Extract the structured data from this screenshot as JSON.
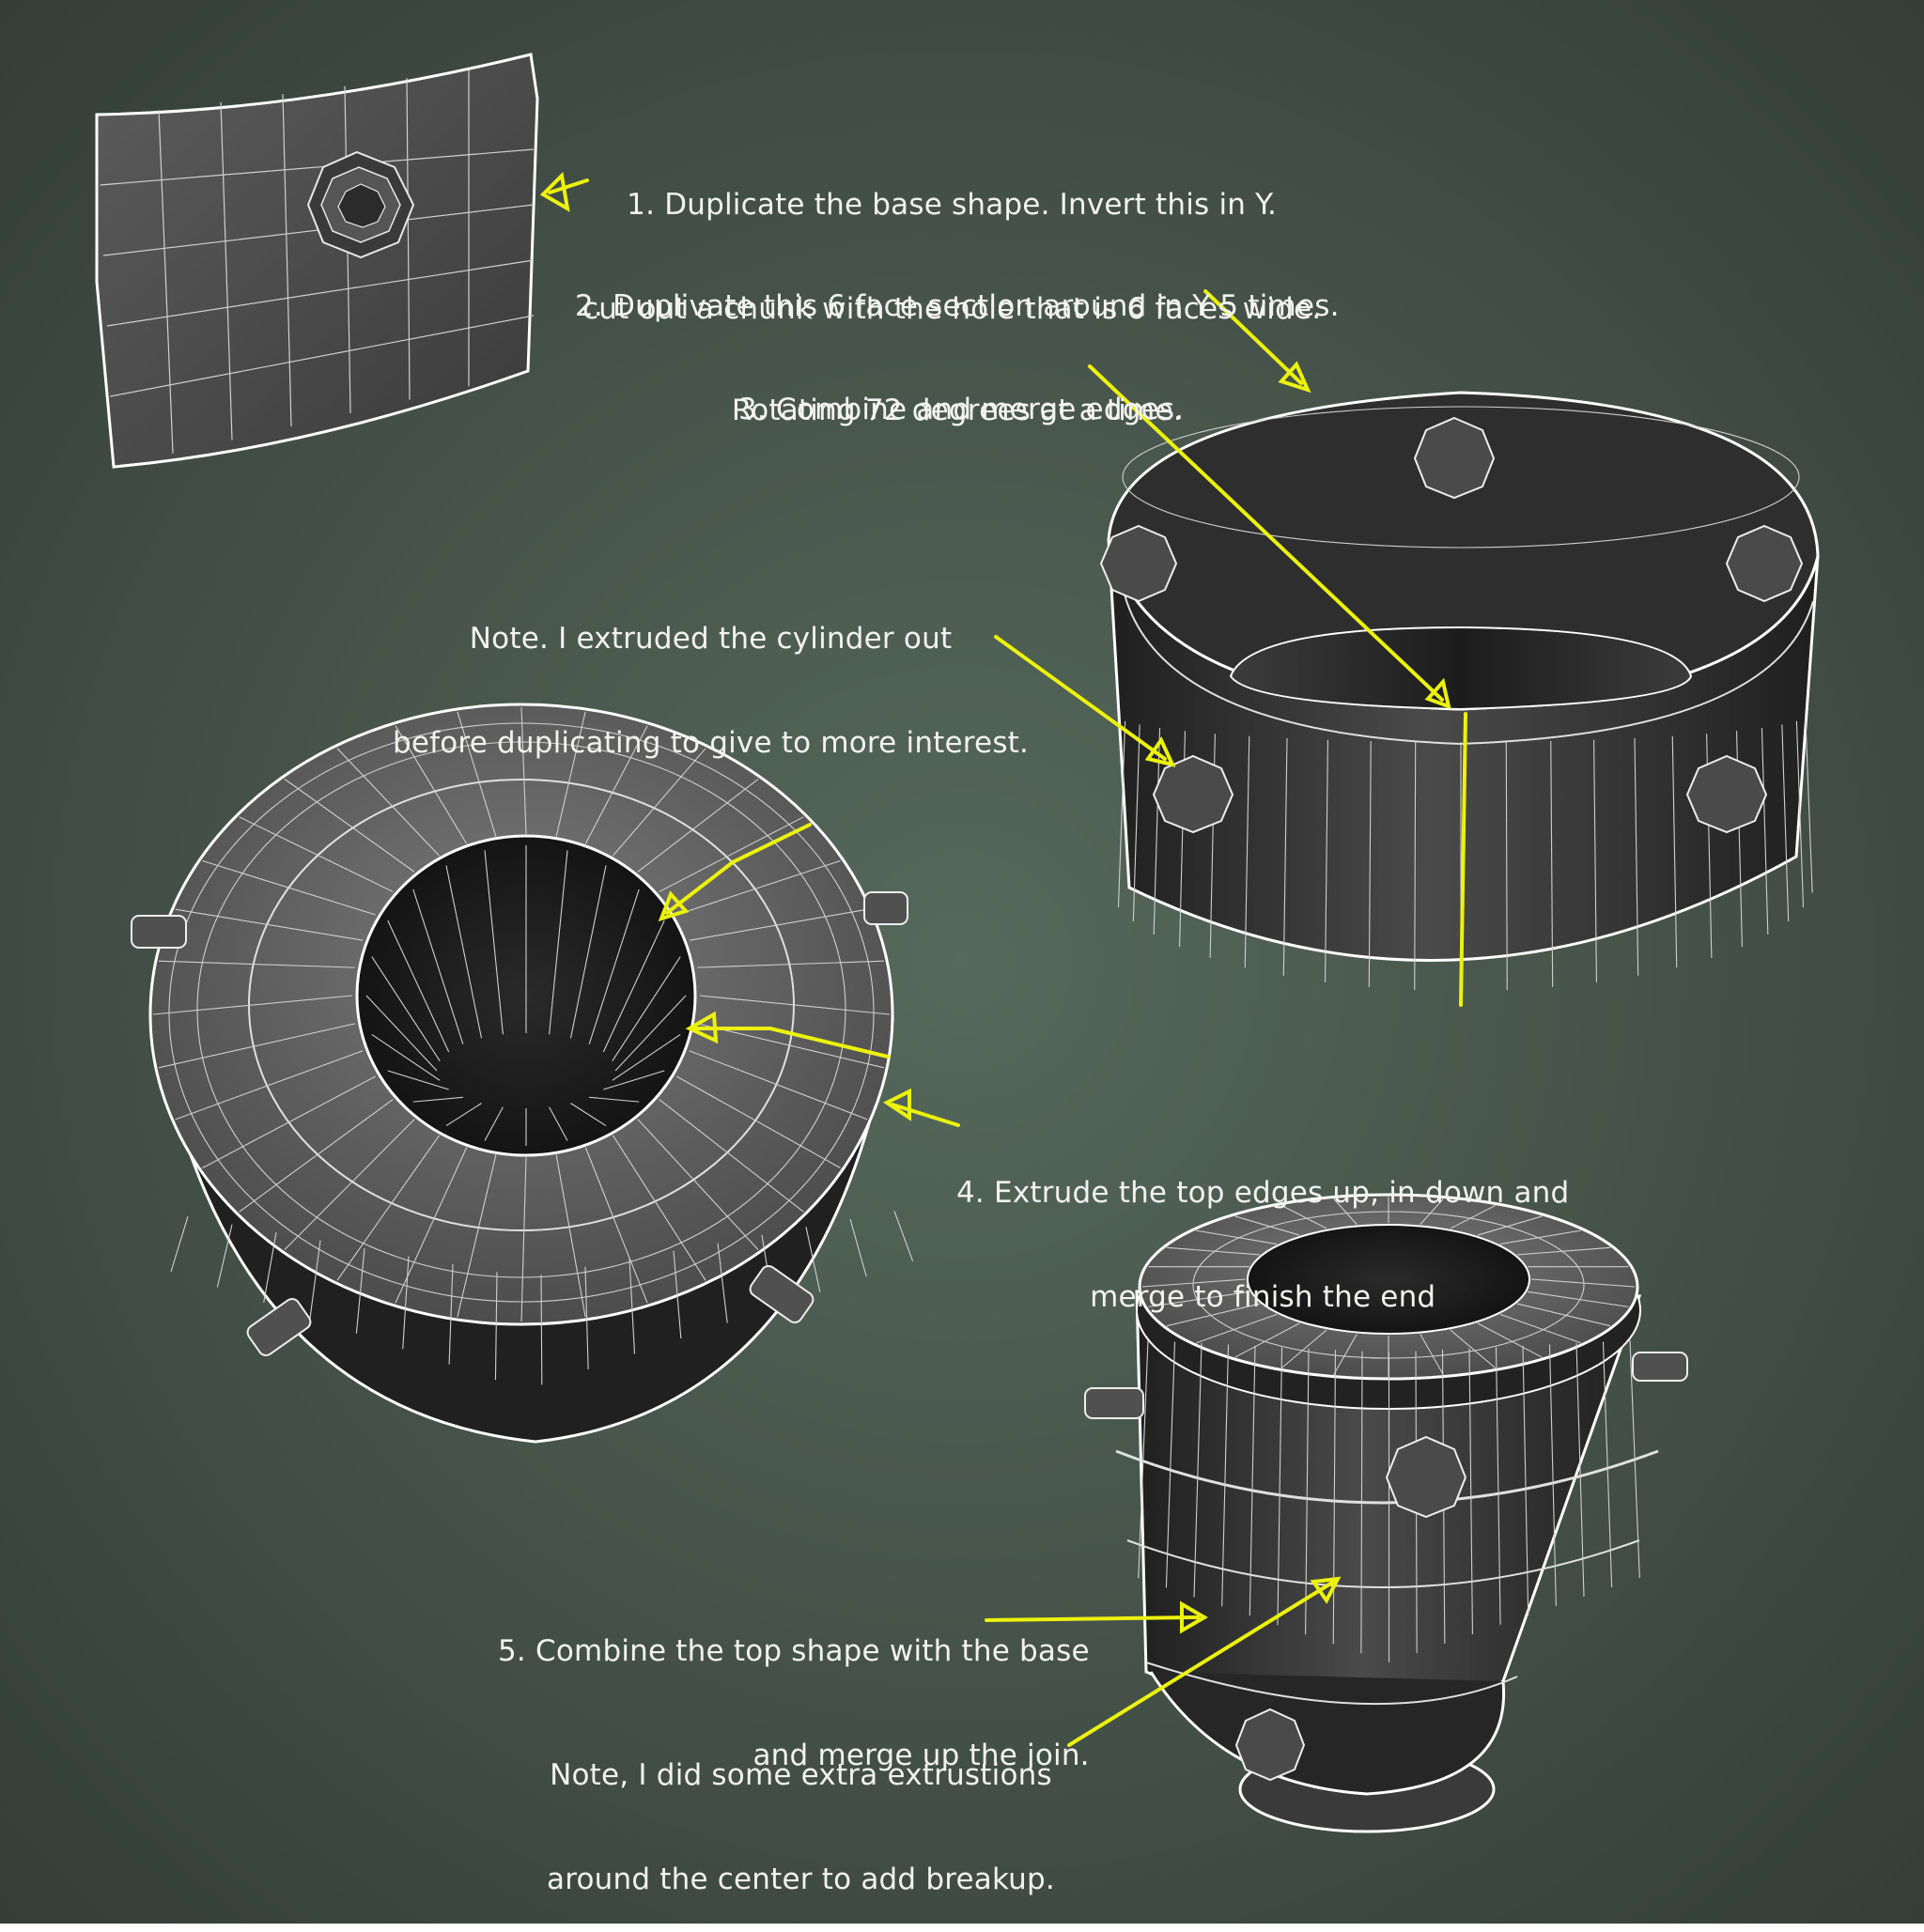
{
  "colors": {
    "background_center": "#56695b",
    "background_edge": "#343c38",
    "annotation": "#ecf20c",
    "text": "#f2f2ee",
    "mesh_dark": "#1e1e1e",
    "mesh_light": "#6e6e6e",
    "wire": "#e8e8e8"
  },
  "steps": [
    {
      "id": "step1",
      "line1": "1. Duplicate the base shape. Invert this in Y.",
      "line2": "cut out a chunk with the hole that is 6 faces wide."
    },
    {
      "id": "step2",
      "line1": "2. Duplivate this 6 face section around in Y 5 times.",
      "line2": "Rotating 72 degrees at a time."
    },
    {
      "id": "step3",
      "line1": "3. Combine and merge edges."
    },
    {
      "id": "note1",
      "line1": "Note. I extruded the cylinder out",
      "line2": "before duplicating to give to more interest."
    },
    {
      "id": "step4",
      "line1": "4. Extrude the top edges up, in down and",
      "line2": "merge to finish the end"
    },
    {
      "id": "step5",
      "line1": "5. Combine the top shape with the base",
      "line2": "and merge up the join."
    },
    {
      "id": "note2",
      "line1": "Note, I did some extra extrustions",
      "line2": "around the center to add breakup."
    }
  ],
  "models": [
    {
      "id": "panel-section",
      "icon": "curved-panel-mesh"
    },
    {
      "id": "ring-assembly",
      "icon": "ring-mesh"
    },
    {
      "id": "top-cap",
      "icon": "donut-cap-mesh"
    },
    {
      "id": "final-part",
      "icon": "final-cylinder-mesh"
    }
  ]
}
